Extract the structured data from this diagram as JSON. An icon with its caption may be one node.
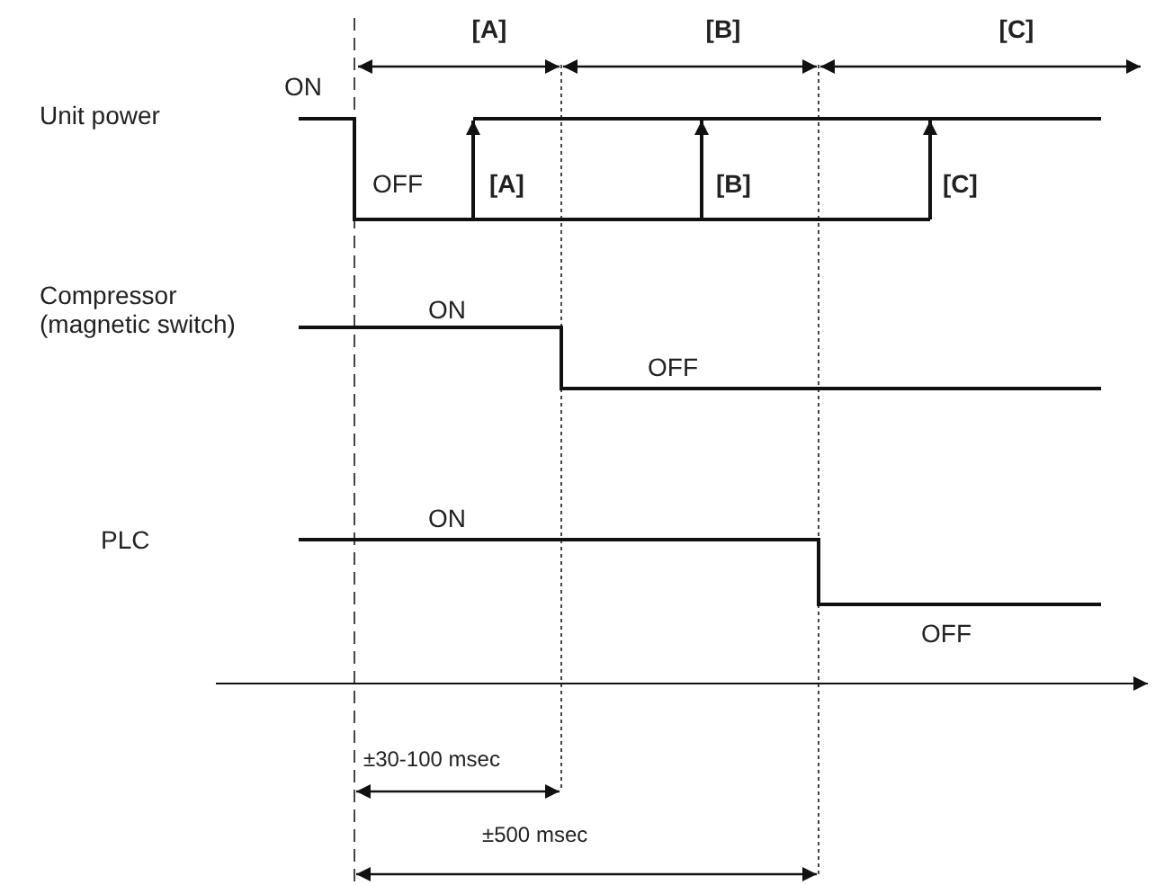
{
  "diagram": {
    "labels": [
      "[A]",
      "[B]",
      "[C]",
      "ON",
      "Unit power",
      "OFF",
      "[A]",
      "[B]",
      "[C]",
      "Compressor (magnetic switch)",
      "ON",
      "OFF",
      "PLC",
      "ON",
      "OFF",
      "±30-100 msec",
      "±500 msec"
    ]
  }
}
